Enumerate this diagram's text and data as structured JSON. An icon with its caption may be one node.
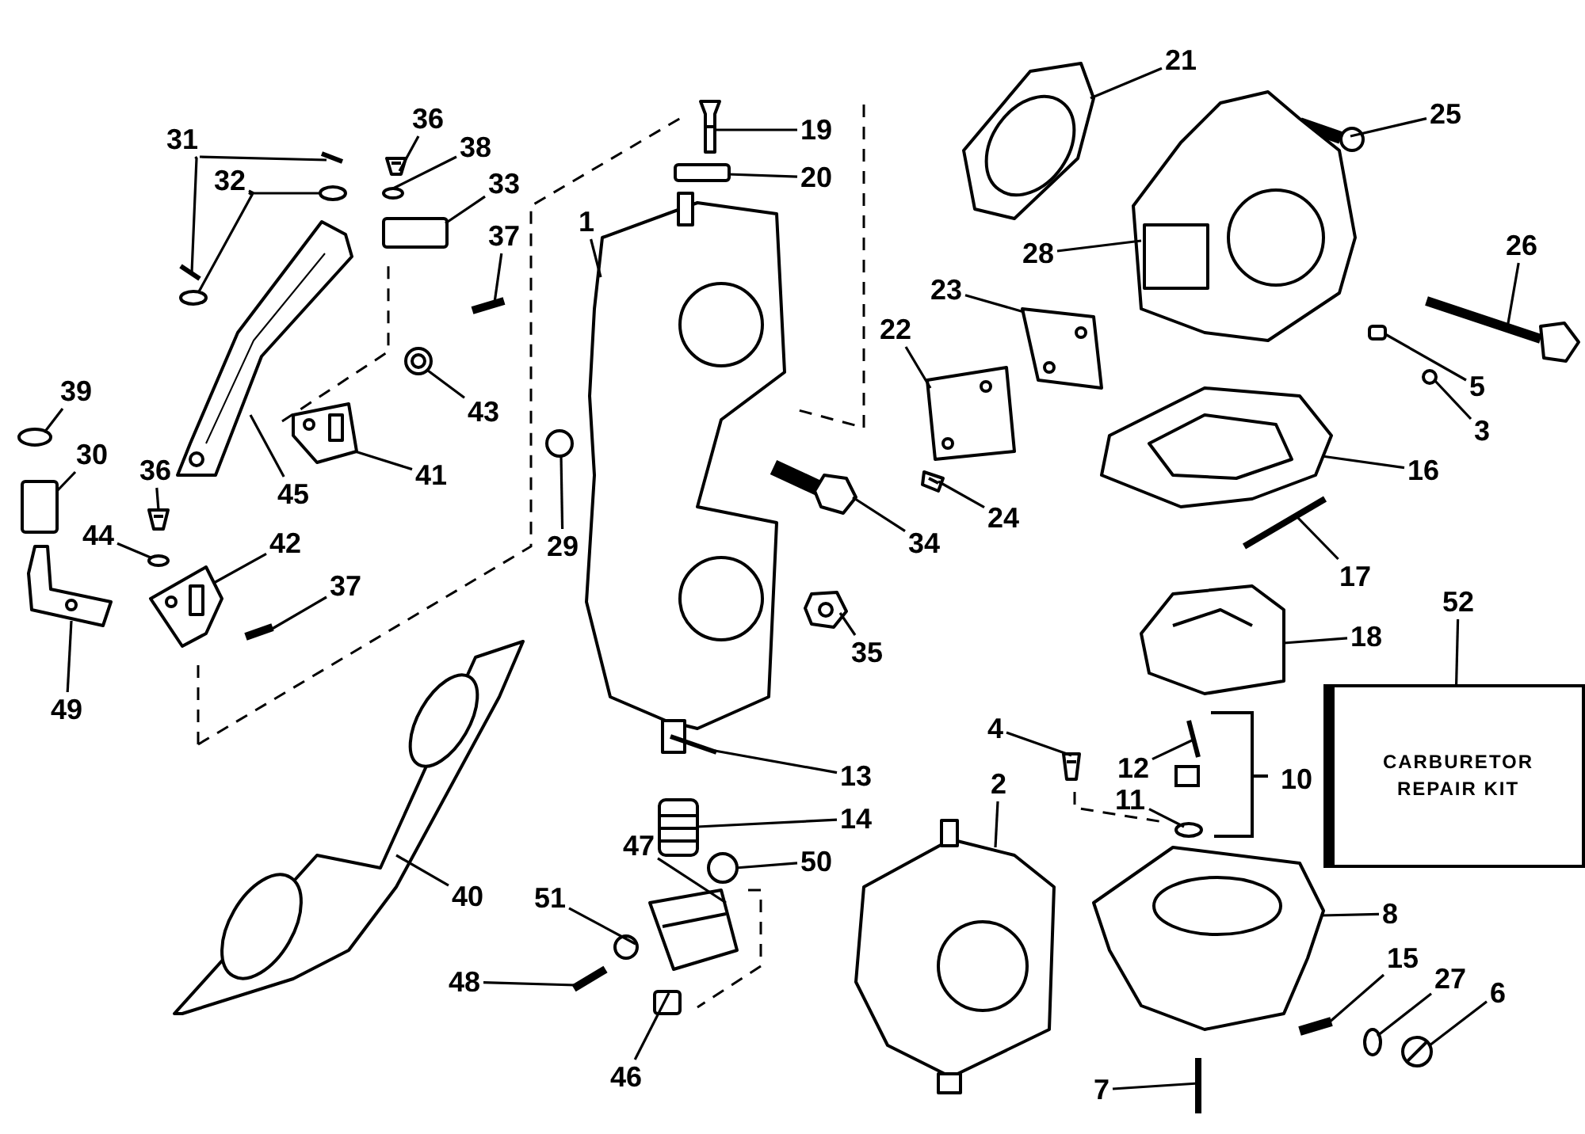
{
  "diagram": {
    "nodes": [
      {
        "text": [
          "31"
        ]
      },
      {
        "text": [
          "32"
        ]
      },
      {
        "text": [
          "36"
        ]
      },
      {
        "text": [
          "38"
        ]
      },
      {
        "text": [
          "33"
        ]
      },
      {
        "text": [
          "37"
        ]
      },
      {
        "text": [
          "43"
        ]
      },
      {
        "text": [
          "39"
        ]
      },
      {
        "text": [
          "30"
        ]
      },
      {
        "text": [
          "45"
        ]
      },
      {
        "text": [
          "41"
        ]
      },
      {
        "text": [
          "36"
        ]
      },
      {
        "text": [
          "44"
        ]
      },
      {
        "text": [
          "42"
        ]
      },
      {
        "text": [
          "37"
        ]
      },
      {
        "text": [
          "49"
        ]
      },
      {
        "text": [
          "1"
        ]
      },
      {
        "text": [
          "19"
        ]
      },
      {
        "text": [
          "20"
        ]
      },
      {
        "text": [
          "21"
        ]
      },
      {
        "text": [
          "25"
        ]
      },
      {
        "text": [
          "28"
        ]
      },
      {
        "text": [
          "26"
        ]
      },
      {
        "text": [
          "23"
        ]
      },
      {
        "text": [
          "22"
        ]
      },
      {
        "text": [
          "5"
        ]
      },
      {
        "text": [
          "3"
        ]
      },
      {
        "text": [
          "16"
        ]
      },
      {
        "text": [
          "24"
        ]
      },
      {
        "text": [
          "34"
        ]
      },
      {
        "text": [
          "29"
        ]
      },
      {
        "text": [
          "17"
        ]
      },
      {
        "text": [
          "52"
        ]
      },
      {
        "text": [
          "CARBURETOR REPAIR KIT"
        ]
      },
      {
        "text": [
          "18"
        ]
      },
      {
        "text": [
          "35"
        ]
      },
      {
        "text": [
          "4"
        ]
      },
      {
        "text": [
          "12"
        ]
      },
      {
        "text": [
          "11"
        ]
      },
      {
        "text": [
          "13"
        ]
      },
      {
        "text": [
          "14"
        ]
      },
      {
        "text": [
          "2"
        ]
      },
      {
        "text": [
          "50"
        ]
      },
      {
        "text": [
          "47"
        ]
      },
      {
        "text": [
          "40"
        ]
      },
      {
        "text": [
          "8"
        ]
      },
      {
        "text": [
          "51"
        ]
      },
      {
        "text": [
          "15"
        ]
      },
      {
        "text": [
          "27"
        ]
      },
      {
        "text": [
          "6"
        ]
      },
      {
        "text": [
          "48"
        ]
      },
      {
        "text": [
          "46"
        ]
      },
      {
        "text": [
          "7"
        ]
      },
      {
        "text": [],
        "shape": "bar"
      },
      {
        "text": [],
        "shape": "bar"
      },
      {
        "text": [],
        "shape": "circle"
      },
      {
        "text": [],
        "shape": "circle"
      },
      {
        "text": [],
        "shape": "picture"
      },
      {
        "text": [],
        "shape": "circle"
      },
      {
        "text": [],
        "shape": "box"
      },
      {
        "text": [],
        "shape": "bar"
      },
      {
        "text": [],
        "shape": "picture"
      },
      {
        "text": [],
        "shape": "circle"
      },
      {
        "text": [],
        "shape": "box"
      },
      {
        "text": [],
        "shape": "picture"
      },
      {
        "text": [],
        "shape": "picture"
      },
      {
        "text": [],
        "shape": "picture"
      },
      {
        "text": [],
        "shape": "circle"
      },
      {
        "text": [],
        "shape": "picture"
      },
      {
        "text": [],
        "shape": "bar"
      },
      {
        "text": [],
        "shape": "picture"
      },
      {
        "text": [],
        "shape": "picture"
      },
      {
        "text": [],
        "shape": "picture"
      },
      {
        "text": [],
        "shape": "box"
      },
      {
        "text": [],
        "shape": "picture"
      },
      {
        "text": [],
        "shape": "picture"
      },
      {
        "text": [],
        "shape": "picture"
      },
      {
        "text": [],
        "shape": "picture"
      },
      {
        "text": [],
        "shape": "picture"
      },
      {
        "text": [],
        "shape": "picture"
      },
      {
        "text": [],
        "shape": "box"
      },
      {
        "text": [],
        "shape": "circle"
      },
      {
        "text": [],
        "shape": "picture"
      },
      {
        "text": [],
        "shape": "picture"
      },
      {
        "text": [],
        "shape": "picture"
      },
      {
        "text": [],
        "shape": "circle"
      },
      {
        "text": [],
        "shape": "bar"
      },
      {
        "text": [],
        "shape": "picture"
      },
      {
        "text": [],
        "shape": "picture"
      },
      {
        "text": [],
        "shape": "picture"
      },
      {
        "text": [],
        "shape": "bar"
      },
      {
        "text": [],
        "shape": "circle"
      },
      {
        "text": [],
        "shape": "bar"
      },
      {
        "text": [],
        "shape": "picture"
      },
      {
        "text": [],
        "shape": "picture"
      },
      {
        "text": [],
        "shape": "circle"
      },
      {
        "text": [],
        "shape": "picture"
      },
      {
        "text": [],
        "shape": "picture"
      },
      {
        "text": [],
        "shape": "picture"
      },
      {
        "text": [],
        "shape": "circle"
      },
      {
        "text": [],
        "shape": "bar"
      },
      {
        "text": [],
        "shape": "circle"
      },
      {
        "text": [],
        "shape": "picture"
      },
      {
        "text": [],
        "shape": "bar"
      },
      {
        "text": [],
        "shape": "box"
      },
      {
        "text": [],
        "shape": "bar"
      }
    ],
    "edges": [
      {
        "from": 0,
        "to": 53,
        "arrow": "none"
      },
      {
        "from": 0,
        "to": 54,
        "arrow": "none"
      },
      {
        "from": 1,
        "to": 55,
        "arrow": "none"
      },
      {
        "from": 1,
        "to": 56,
        "arrow": "none"
      },
      {
        "from": 2,
        "to": 57,
        "arrow": "none"
      },
      {
        "from": 3,
        "to": 58,
        "arrow": "none"
      },
      {
        "from": 4,
        "to": 59,
        "arrow": "none"
      },
      {
        "from": 5,
        "to": 60,
        "arrow": "none"
      },
      {
        "from": 6,
        "to": 61,
        "arrow": "none"
      },
      {
        "from": 7,
        "to": 62,
        "arrow": "none"
      },
      {
        "from": 8,
        "to": 63,
        "arrow": "none"
      },
      {
        "from": 9,
        "to": 64,
        "arrow": "none"
      },
      {
        "from": 10,
        "to": 65,
        "arrow": "none"
      },
      {
        "from": 11,
        "to": 66,
        "arrow": "none"
      },
      {
        "from": 12,
        "to": 67,
        "arrow": "none"
      },
      {
        "from": 13,
        "to": 68,
        "arrow": "none"
      },
      {
        "from": 14,
        "to": 69,
        "arrow": "none"
      },
      {
        "from": 15,
        "to": 70,
        "arrow": "none"
      },
      {
        "from": 16,
        "to": 71,
        "arrow": "none"
      },
      {
        "from": 17,
        "to": 72,
        "arrow": "none"
      },
      {
        "from": 18,
        "to": 73,
        "arrow": "none"
      },
      {
        "from": 19,
        "to": 74,
        "arrow": "none"
      },
      {
        "from": 20,
        "to": 75,
        "arrow": "none"
      },
      {
        "from": 21,
        "to": 76,
        "arrow": "none"
      },
      {
        "from": 22,
        "to": 77,
        "arrow": "none"
      },
      {
        "from": 23,
        "to": 78,
        "arrow": "none"
      },
      {
        "from": 24,
        "to": 79,
        "arrow": "none"
      },
      {
        "from": 25,
        "to": 80,
        "arrow": "none"
      },
      {
        "from": 26,
        "to": 81,
        "arrow": "none"
      },
      {
        "from": 27,
        "to": 82,
        "arrow": "none"
      },
      {
        "from": 28,
        "to": 83,
        "arrow": "none"
      },
      {
        "from": 29,
        "to": 84,
        "arrow": "none"
      },
      {
        "from": 30,
        "to": 85,
        "arrow": "none"
      },
      {
        "from": 31,
        "to": 86,
        "arrow": "none"
      },
      {
        "from": 32,
        "to": 33,
        "arrow": "none"
      },
      {
        "from": 34,
        "to": 87,
        "arrow": "none"
      },
      {
        "from": 35,
        "to": 88,
        "arrow": "none"
      },
      {
        "from": 36,
        "to": 89,
        "arrow": "none"
      },
      {
        "from": 37,
        "to": 90,
        "arrow": "none"
      },
      {
        "from": 38,
        "to": 91,
        "arrow": "none"
      },
      {
        "from": 39,
        "to": 92,
        "arrow": "none"
      },
      {
        "from": 40,
        "to": 93,
        "arrow": "none"
      },
      {
        "from": 41,
        "to": 94,
        "arrow": "none"
      },
      {
        "from": 42,
        "to": 95,
        "arrow": "none"
      },
      {
        "from": 43,
        "to": 96,
        "arrow": "none"
      },
      {
        "from": 44,
        "to": 97,
        "arrow": "none"
      },
      {
        "from": 45,
        "to": 98,
        "arrow": "none"
      },
      {
        "from": 46,
        "to": 99,
        "arrow": "none"
      },
      {
        "from": 47,
        "to": 100,
        "arrow": "none"
      },
      {
        "from": 48,
        "to": 101,
        "arrow": "none"
      },
      {
        "from": 49,
        "to": 102,
        "arrow": "none"
      },
      {
        "from": 50,
        "to": 103,
        "arrow": "none"
      },
      {
        "from": 51,
        "to": 104,
        "arrow": "none"
      },
      {
        "from": 52,
        "to": 105,
        "arrow": "none"
      }
    ],
    "labels": [
      "10"
    ]
  }
}
